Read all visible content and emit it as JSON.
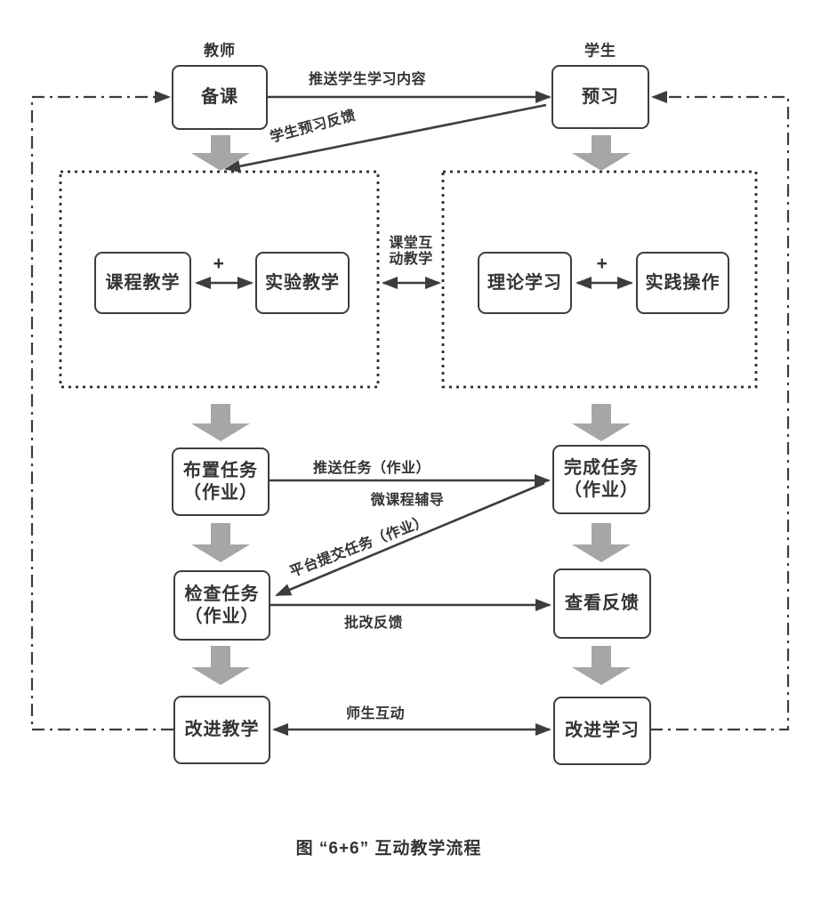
{
  "diagram": {
    "caption": "图 “6+6” 互动教学流程",
    "lanes": {
      "teacher": "教师",
      "student": "学生"
    },
    "nodes": {
      "prepare_lesson": "备课",
      "preview": "预习",
      "course_teaching": "课程教学",
      "experiment_teaching": "实验教学",
      "theory_learning": "理论学习",
      "practice_operation": "实践操作",
      "assign_task": "布置任务\n（作业）",
      "complete_task": "完成任务\n（作业）",
      "check_task": "检查任务\n（作业）",
      "view_feedback": "查看反馈",
      "improve_teaching": "改进教学",
      "improve_learning": "改进学习"
    },
    "edges": {
      "push_content": "推送学生学习内容",
      "preview_feedback": "学生预习反馈",
      "classroom_interaction": "课堂互\n动教学",
      "plus_teacher": "+",
      "plus_student": "+",
      "push_task": "推送任务（作业）",
      "micro_course_tutoring": "微课程辅导",
      "platform_submit": "平台提交任务（作业）",
      "grading_feedback": "批改反馈",
      "teacher_student_interaction": "师生互动"
    },
    "colors": {
      "line": "#3d3d3d",
      "block_arrow": "#a6a6a6",
      "text": "#333333",
      "background": "#ffffff"
    }
  }
}
